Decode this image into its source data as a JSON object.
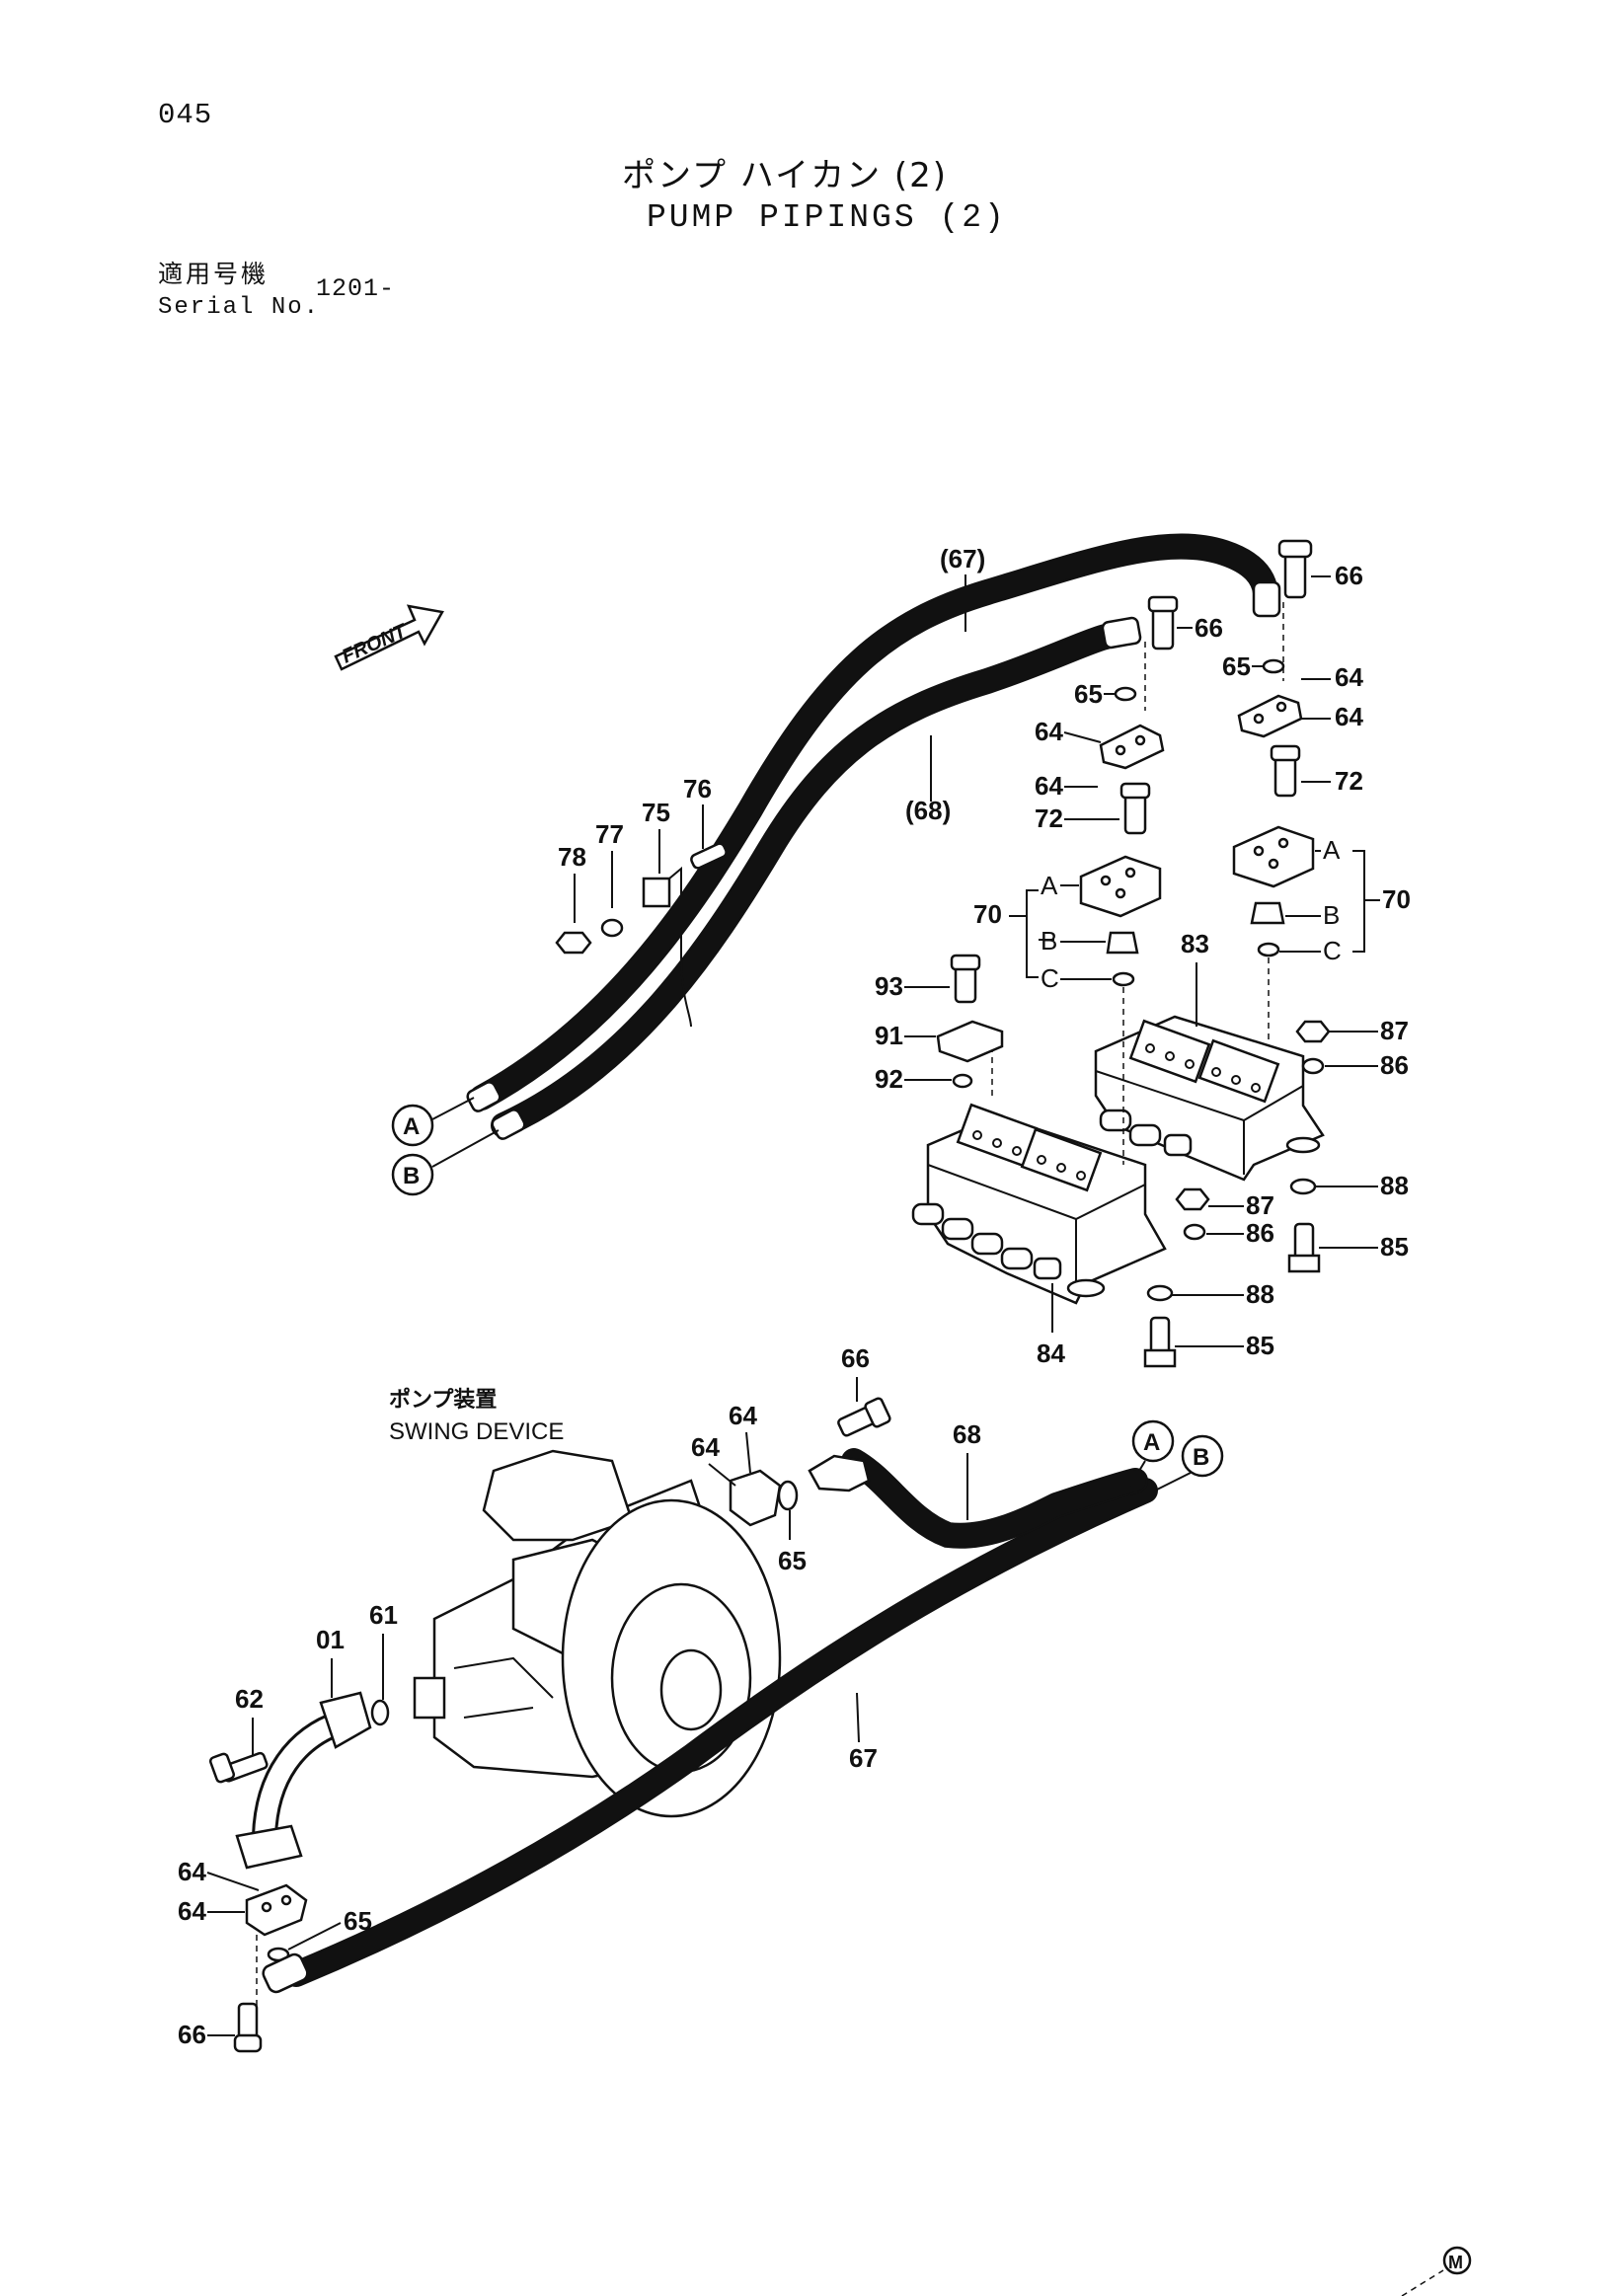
{
  "page_number": "045",
  "title_jp": "ポンプ ハイカン (2)",
  "title_en": "PUMP PIPINGS (2)",
  "serial": {
    "label_jp": "適用号機",
    "label_en": "Serial No.",
    "value": "1201-"
  },
  "front_arrow": "FRONT",
  "swing_device": {
    "label_jp": "ポンプ装置",
    "label_en": "SWING DEVICE"
  },
  "connectors": {
    "a": "A",
    "b": "B",
    "c": "C"
  },
  "parts": {
    "p01": "01",
    "p61": "61",
    "p62": "62",
    "p64": "64",
    "p65": "65",
    "p66": "66",
    "p67": "67",
    "p67p": "(67)",
    "p68": "68",
    "p68p": "(68)",
    "p70": "70",
    "p72": "72",
    "p75": "75",
    "p76": "76",
    "p77": "77",
    "p78": "78",
    "p83": "83",
    "p84": "84",
    "p85": "85",
    "p86": "86",
    "p87": "87",
    "p88": "88",
    "p91": "91",
    "p92": "92",
    "p93": "93"
  },
  "footer_mark": "M"
}
